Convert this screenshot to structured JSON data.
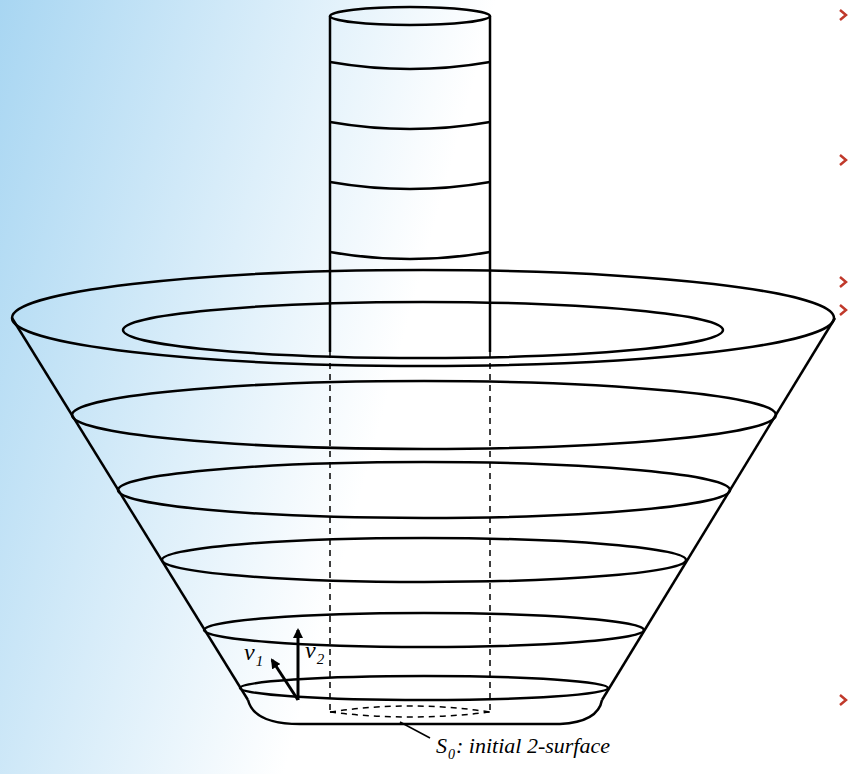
{
  "diagram": {
    "labels": [
      "v",
      "1",
      "v",
      "2",
      "S",
      "0",
      ": initial 2-surface"
    ]
  }
}
